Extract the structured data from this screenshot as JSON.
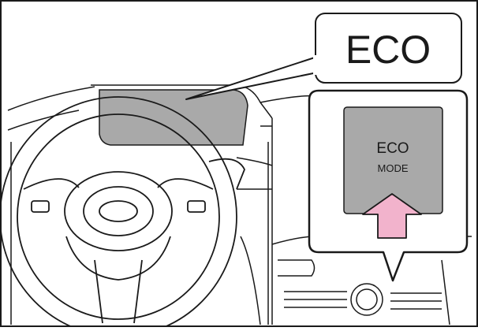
{
  "display_callout": {
    "text": "ECO"
  },
  "button_callout": {
    "line1": "ECO",
    "line2": "MODE"
  },
  "colors": {
    "line": "#1a1a1a",
    "highlight_fill": "#a9a9a9",
    "arrow_fill": "#f2b3cc",
    "background": "#ffffff"
  },
  "icons": [
    "steering-wheel",
    "eco-mode-button",
    "press-arrow",
    "callout-bubble"
  ]
}
